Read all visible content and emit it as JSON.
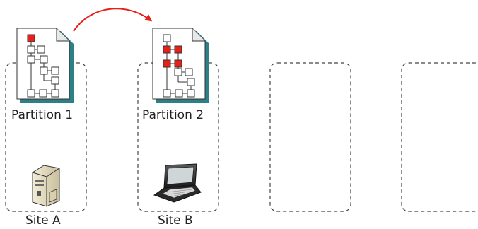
{
  "partitions": [
    {
      "label": "Partition 1"
    },
    {
      "label": "Partition 2"
    }
  ],
  "sites": [
    {
      "label": "Site A"
    },
    {
      "label": "Site B"
    }
  ],
  "colors": {
    "arrow": "#e8201a",
    "highlight": "#e8201a",
    "border": "#444444",
    "doc_shadow": "#2f7f86",
    "doc_fill": "#ffffff"
  },
  "icons": [
    "document-tree-icon",
    "document-tree-icon",
    "desktop-computer-icon",
    "laptop-icon",
    "red-arrow"
  ]
}
